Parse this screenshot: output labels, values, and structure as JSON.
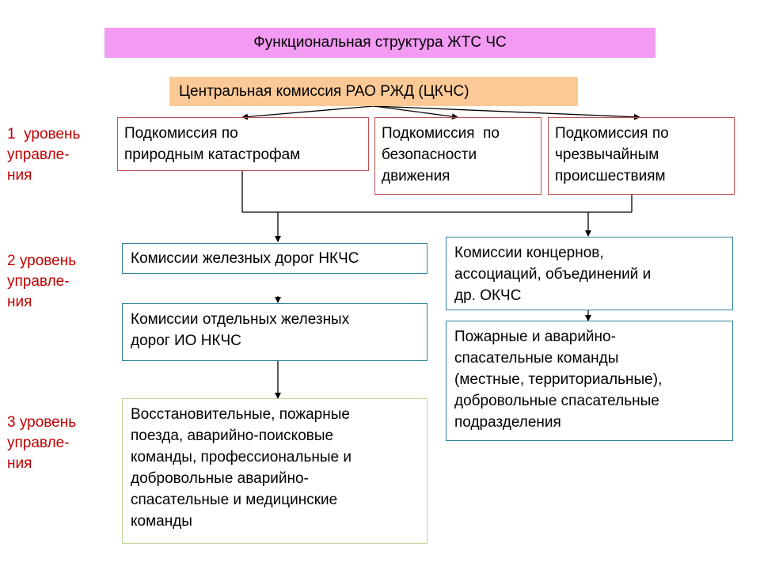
{
  "title": "Функциональная структура ЖТС ЧС",
  "central": "Центральная комиссия РАО РЖД (ЦКЧС)",
  "levels": [
    {
      "line1": "1  уровень",
      "line2": "управле-",
      "line3": "ния"
    },
    {
      "line1": "2 уровень",
      "line2": "управле-",
      "line3": "ния"
    },
    {
      "line1": "3 уровень",
      "line2": "управле-",
      "line3": "ния"
    }
  ],
  "subcommissions": [
    {
      "lines": [
        "Подкомиссия по",
        "природным катастрофам"
      ]
    },
    {
      "lines": [
        "Подкомиссия  по",
        "безопасности",
        "движения"
      ]
    },
    {
      "lines": [
        "Подкомиссия по",
        "чрезвычайным",
        "происшествиям"
      ]
    }
  ],
  "left_column": [
    {
      "lines": [
        "Комиссии железных дорог НКЧС"
      ]
    },
    {
      "lines": [
        "Комиссии отдельных железных",
        "дорог ИО НКЧС"
      ]
    },
    {
      "lines": [
        "Восстановительные, пожарные",
        "поезда, аварийно-поисковые",
        "команды, профессиональные и",
        "добровольные аварийно-",
        "спасательные и медицинские",
        "команды"
      ]
    }
  ],
  "right_column": [
    {
      "lines": [
        "Комиссии концернов,",
        "ассоциаций, объединений и",
        "др. ОКЧС"
      ]
    },
    {
      "lines": [
        "Пожарные и аварийно-",
        "спасательные команды",
        "(местные, территориальные),",
        "добровольные спасательные",
        "подразделения"
      ]
    }
  ],
  "colors": {
    "title_fill": "#f39af3",
    "central_fill": "#fbc996",
    "level_text": "#c00000",
    "red_border": "#c0504d",
    "teal_border": "#31859c",
    "green_border": "#c3d69b"
  }
}
